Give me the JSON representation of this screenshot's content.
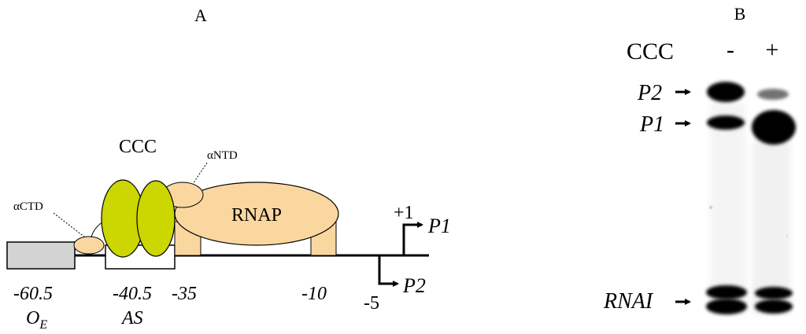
{
  "panel_a": {
    "label": "A",
    "ccc_label": "CCC",
    "antd_label": "αNTD",
    "actd_label": "αCTD",
    "rnap_label": "RNAP",
    "plus1_label": "+1",
    "p1_label": "P1",
    "p2_label": "P2",
    "minus5_label": "-5",
    "positions": {
      "pos_605": "-60.5",
      "pos_405": "-40.5",
      "pos_35": "-35",
      "pos_10": "-10"
    },
    "oe_main": "O",
    "oe_sub": "E",
    "as_label": "AS",
    "colors": {
      "ccc": "#ccd600",
      "rnap": "#fbd7a0",
      "oe_box": "#d3d3d3",
      "line": "#000000"
    }
  },
  "panel_b": {
    "label": "B",
    "ccc_label": "CCC",
    "lane_minus": "-",
    "lane_plus": "+",
    "rows": {
      "p2": "P2",
      "p1": "P1",
      "rnai": "RNAI"
    }
  }
}
